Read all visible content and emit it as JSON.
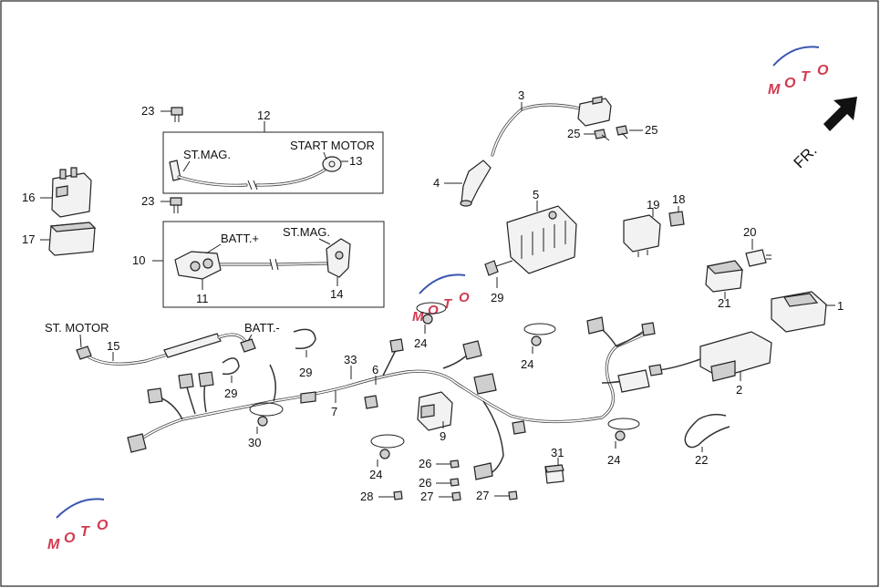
{
  "watermark": {
    "letters": [
      "M",
      "O",
      "T",
      "O"
    ]
  },
  "direction": {
    "label": "FR."
  },
  "callouts": {
    "c1": "1",
    "c2": "2",
    "c3": "3",
    "c4": "4",
    "c5": "5",
    "c6": "6",
    "c7": "7",
    "c9": "9",
    "c10": "10",
    "c11": "11",
    "c12": "12",
    "c13": "13",
    "c14": "14",
    "c15": "15",
    "c16": "16",
    "c17": "17",
    "c18": "18",
    "c19": "19",
    "c20": "20",
    "c21": "21",
    "c22": "22",
    "c23a": "23",
    "c23b": "23",
    "c24a": "24",
    "c24b": "24",
    "c24c": "24",
    "c24d": "24",
    "c25a": "25",
    "c25b": "25",
    "c26a": "26",
    "c26b": "26",
    "c27a": "27",
    "c27b": "27",
    "c28": "28",
    "c29a": "29",
    "c29b": "29",
    "c29c": "29",
    "c30": "30",
    "c31": "31",
    "c33": "33"
  },
  "cable_labels": {
    "st_mag_top": "ST.MAG.",
    "start_motor": "START MOTOR",
    "batt_plus": "BATT.+",
    "st_mag_bottom": "ST.MAG.",
    "st_motor": "ST. MOTOR",
    "batt_minus": "BATT.-"
  }
}
